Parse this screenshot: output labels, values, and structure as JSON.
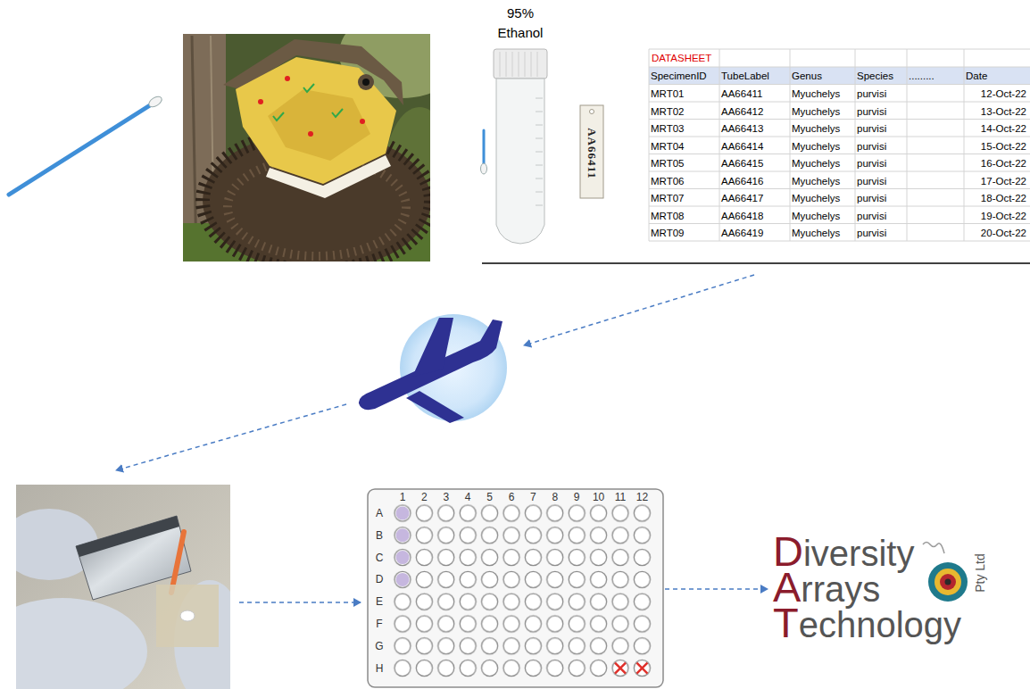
{
  "diagram": {
    "nodes": [
      {
        "text": [
          "1",
          "2",
          "3",
          "4",
          "5",
          "6",
          "7",
          "8",
          "9",
          "10",
          "11",
          "12",
          "A",
          "B",
          "C",
          "D",
          "E",
          "F",
          "G",
          "H"
        ]
      },
      {
        "text": [
          "Diversity",
          "Arrays",
          "Technology",
          "Pty Ltd"
        ]
      }
    ],
    "edges": [
      {
        "from": 0,
        "to": 1,
        "arrow": "to"
      }
    ],
    "labels": [
      "95% Ethanol",
      "AA66411",
      "DATASHEET",
      "SpecimenID",
      "TubeLabel",
      "Genus",
      "Species",
      ".........",
      "Date",
      "MRT01",
      "AA66411",
      "Myuchelys",
      "purvisi",
      "12-Oct-22",
      "MRT02",
      "AA66412",
      "Myuchelys",
      "purvisi",
      "13-Oct-22",
      "MRT03",
      "AA66413",
      "Myuchelys",
      "purvisi",
      "14-Oct-22",
      "MRT04",
      "AA66414",
      "Myuchelys",
      "purvisi",
      "15-Oct-22",
      "MRT05",
      "AA66415",
      "Myuchelys",
      "purvisi",
      "16-Oct-22",
      "MRT06",
      "AA66416",
      "Myuchelys",
      "purvisi",
      "17-Oct-22",
      "MRT07",
      "AA66417",
      "Myuchelys",
      "purvisi",
      "18-Oct-22",
      "MRT08",
      "AA66418",
      "Myuchelys",
      "purvisi",
      "19-Oct-22",
      "MRT09",
      "AA66419",
      "Myuchelys",
      "purvisi",
      "20-Oct-22"
    ]
  }
}
